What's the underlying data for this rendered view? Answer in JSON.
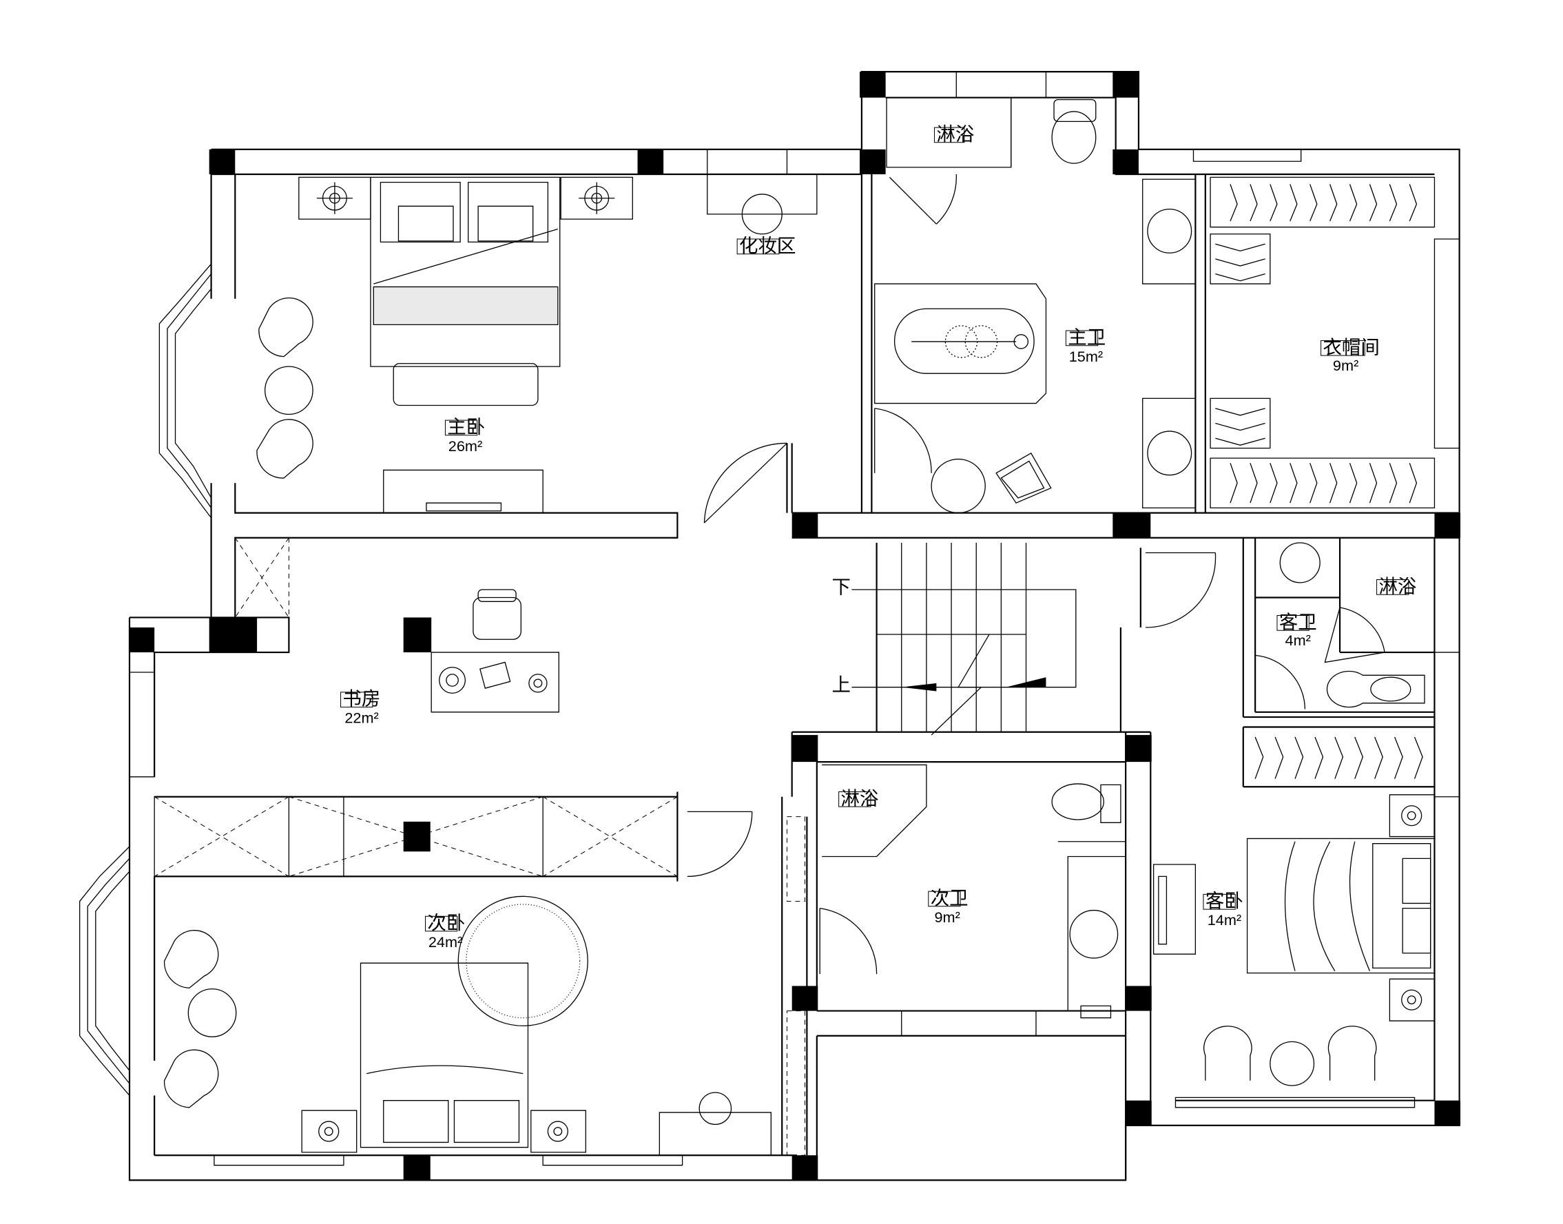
{
  "rooms": {
    "master_bedroom": {
      "name": "主卧",
      "area": "26m²"
    },
    "vanity_area": {
      "name": "化妆区"
    },
    "shower_top": {
      "name": "淋浴"
    },
    "master_bath": {
      "name": "主卫",
      "area": "15m²"
    },
    "walk_in_closet": {
      "name": "衣帽间",
      "area": "9m²"
    },
    "study": {
      "name": "书房",
      "area": "22m²"
    },
    "guest_bath": {
      "name": "客卫",
      "area": "4m²"
    },
    "shower_guest": {
      "name": "淋浴"
    },
    "shower_second": {
      "name": "淋浴"
    },
    "second_bath": {
      "name": "次卫",
      "area": "9m²"
    },
    "second_bedroom": {
      "name": "次卧",
      "area": "24m²"
    },
    "guest_bedroom": {
      "name": "客卧",
      "area": "14m²"
    }
  },
  "stairs": {
    "down": "下",
    "up": "上"
  }
}
